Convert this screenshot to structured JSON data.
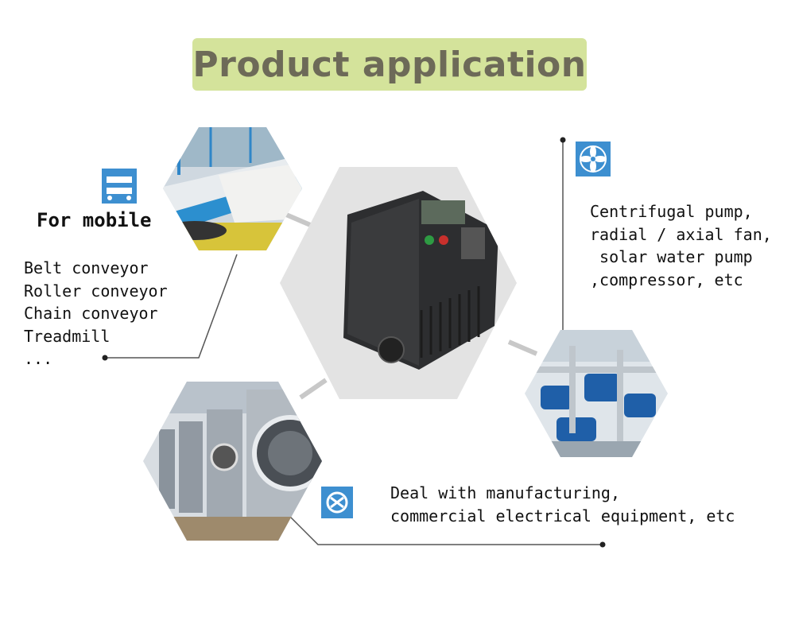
{
  "title": "Product application",
  "mobile": {
    "heading": "For mobile",
    "items": [
      "Belt conveyor",
      "Roller conveyor",
      "Chain conveyor",
      "Treadmill",
      "..."
    ]
  },
  "pumps": {
    "lines": [
      "Centrifugal pump,",
      "radial / axial fan,",
      " solar water pump",
      ",compressor, etc"
    ]
  },
  "manufacturing": {
    "lines": [
      "Deal with manufacturing,",
      "commercial electrical equipment, etc"
    ]
  },
  "icons": {
    "conveyor": "conveyor-icon",
    "fan": "fan-icon",
    "pump": "pump-icon"
  },
  "colors": {
    "title_bg": "#d4e39b",
    "title_text": "#6d6a58",
    "icon_blue": "#3d8fd0"
  }
}
